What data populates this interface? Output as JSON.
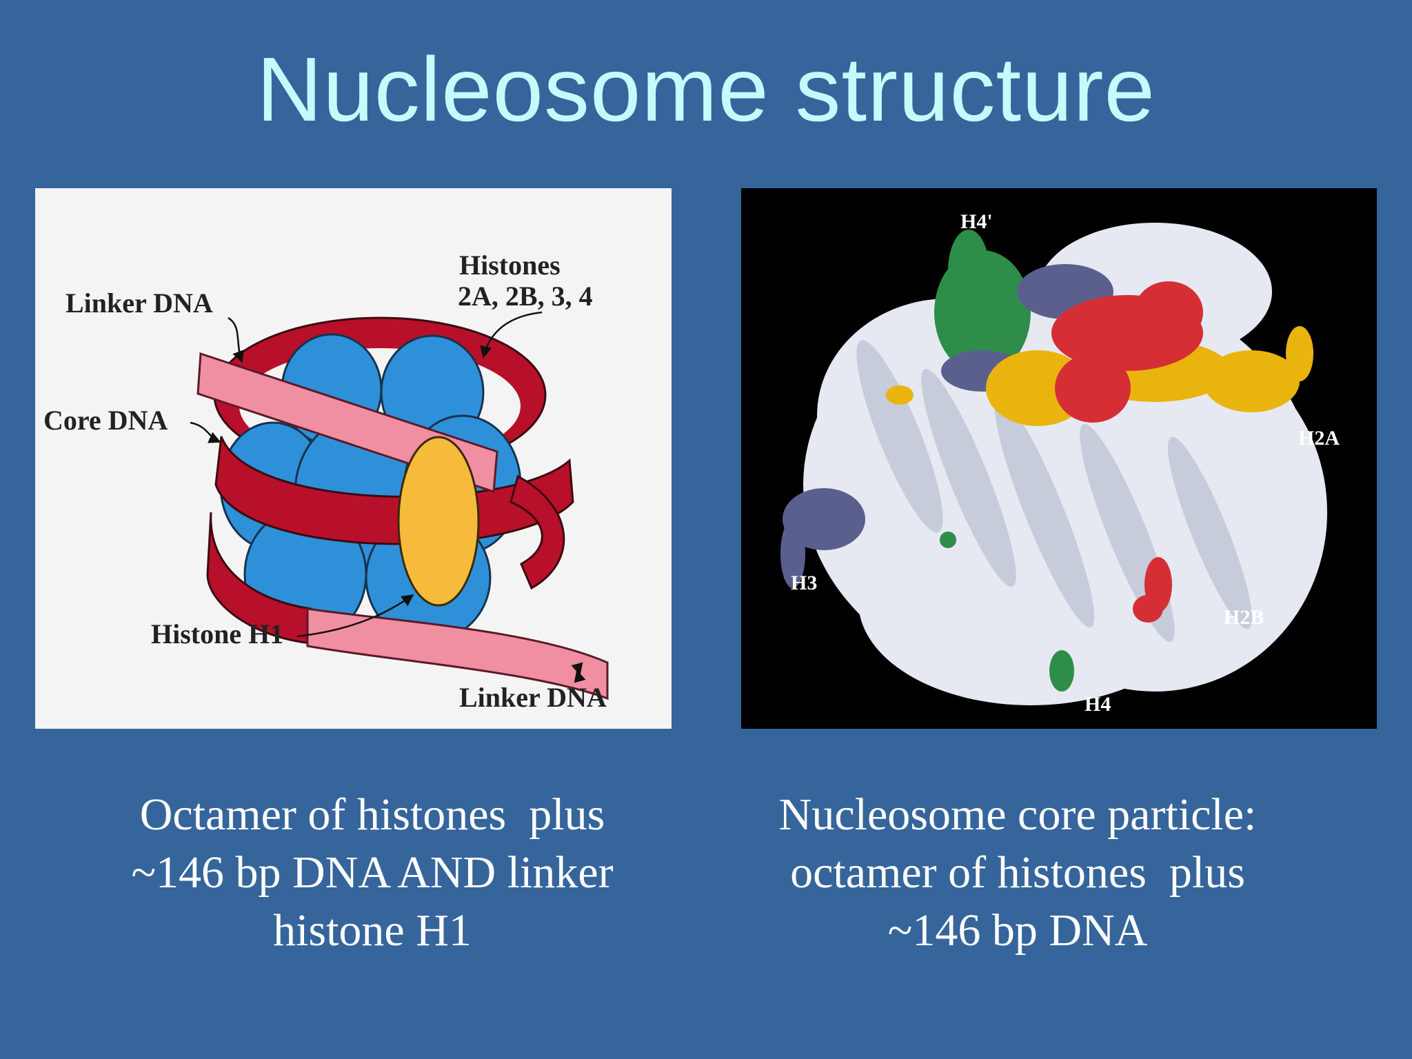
{
  "title": "Nucleosome structure",
  "left_diagram": {
    "labels": {
      "linker_dna_top": "Linker DNA",
      "histones_line1": "Histones",
      "histones_line2": "2A, 2B, 3, 4",
      "core_dna": "Core DNA",
      "histone_h1": "Histone H1",
      "linker_dna_bottom": "Linker DNA"
    },
    "colors": {
      "histone_blue": "#2e90d8",
      "core_dna_red": "#b8102a",
      "linker_pink": "#f08ea2",
      "h1_yellow": "#f7bb3c"
    }
  },
  "right_model": {
    "labels": {
      "h4_prime": "H4'",
      "h2a": "H2A",
      "h3": "H3",
      "h2b": "H2B",
      "h4": "H4"
    },
    "colors": {
      "background": "#000000",
      "dna": "#e6e9f2",
      "h4": "#2f8d4a",
      "h3": "#5a5f8e",
      "h2a": "#e9b40e",
      "h2b": "#d52f35"
    }
  },
  "captions": {
    "left": [
      "Octamer of histones  plus",
      "~146 bp DNA AND linker",
      "histone H1"
    ],
    "right": [
      "Nucleosome core particle:",
      "octamer of histones  plus",
      "~146 bp DNA"
    ]
  }
}
